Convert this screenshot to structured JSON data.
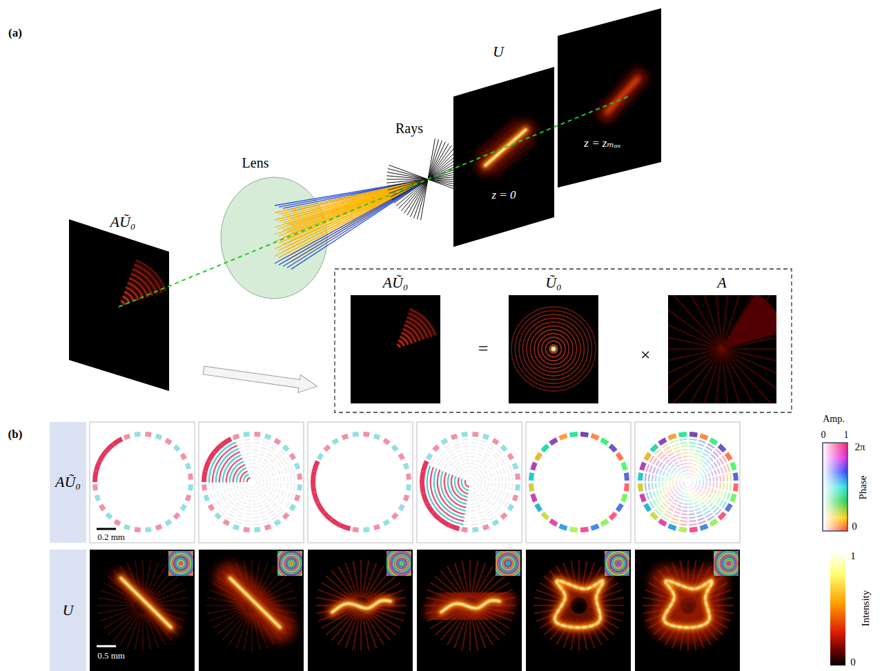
{
  "diagram": {
    "nodes": [
      {
        "text": [
          "AŨ₀"
        ]
      },
      {
        "text": [
          "U"
        ]
      }
    ],
    "labels": [
      "(a)",
      "AŨ₀",
      "Lens",
      "Rays",
      "U",
      "z = 0",
      "z = zₘₐₓ",
      "AŨ₀",
      "Ũ₀",
      "A",
      "=",
      "×",
      "(b)",
      "0.2 mm",
      "0.5 mm",
      "Amp.",
      "0",
      "1",
      "2π",
      "Phase",
      "0",
      "1",
      "Intensity",
      "0"
    ]
  }
}
